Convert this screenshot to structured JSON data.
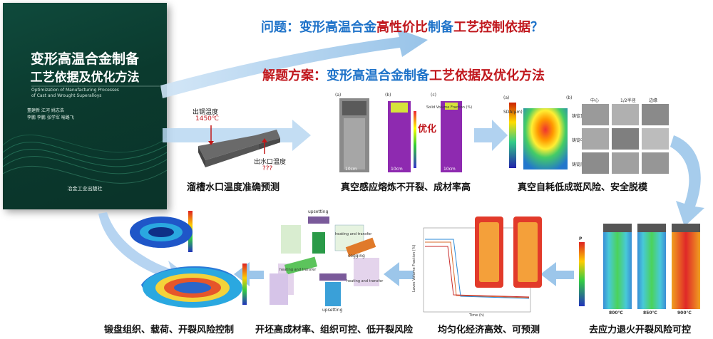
{
  "book": {
    "title_line1": "变形高温合金制备",
    "title_line2": "工艺依据及优化方法",
    "subtitle_line1": "Optimization of Manufacturing Processes",
    "subtitle_line2": "of Cast and Wrought Superalloys",
    "authors_line1": "董建新   江河   姚志浩",
    "authors_line2": "李鹏   李鹏   张学军   喻路飞",
    "publisher": "冶金工业出版社"
  },
  "headline_problem": {
    "prefix": "问题：变形高温合金",
    "highlight1": "高性价比",
    "middle": "制备",
    "highlight2": "工艺控制依据",
    "suffix": "？"
  },
  "headline_solution": {
    "prefix": "解题方案：",
    "blue_part": "变形高温合金制备",
    "red_part": "工艺依据及优化方法"
  },
  "stages": {
    "tundish": {
      "caption": "溜槽水口温度准确预测",
      "label_out": "出钢温度",
      "label_out_value": "1450℃",
      "label_in": "出水口温度",
      "label_in_value": "???"
    },
    "vim": {
      "caption": "真空感应熔炼不开裂、成材率高",
      "optimize": "优化",
      "labels": [
        "(a)",
        "(b)",
        "(c)"
      ],
      "scale_label": "10cm",
      "legend_title": "Solid Volume Fraction (%)"
    },
    "var": {
      "caption": "真空自耗低成斑风险、安全脱模",
      "labels": [
        "(a)",
        "(b)"
      ],
      "sda_label": "SDA(μm)",
      "column_labels": [
        "中心",
        "1/2半径",
        "边缘"
      ],
      "row_labels": [
        "铸锭顶部",
        "铸锭中部",
        "铸锭底部"
      ]
    },
    "annealing": {
      "caption": "去应力退火开裂风险可控",
      "temps": [
        "800℃",
        "850℃",
        "900℃"
      ],
      "legend_title": "P"
    },
    "homogenize": {
      "caption": "均匀化经济高效、可预测",
      "y_axis": "Laves Volume Fraction (%)",
      "x_axis": "Time (h)"
    },
    "cogging": {
      "caption": "开坯高成材率、组织可控、低开裂风险",
      "steps": [
        "upsetting",
        "heating and transfer",
        "cogging",
        "heating and transfer",
        "heating and transfer",
        "upsetting"
      ]
    },
    "forging": {
      "caption": "锻盘组织、载荷、开裂风险控制"
    }
  },
  "colors": {
    "arrow_blue": "#9cc6ea",
    "headline_blue": "#1f73c9",
    "headline_red": "#c0171d",
    "book_green": "#0f4a3c"
  }
}
